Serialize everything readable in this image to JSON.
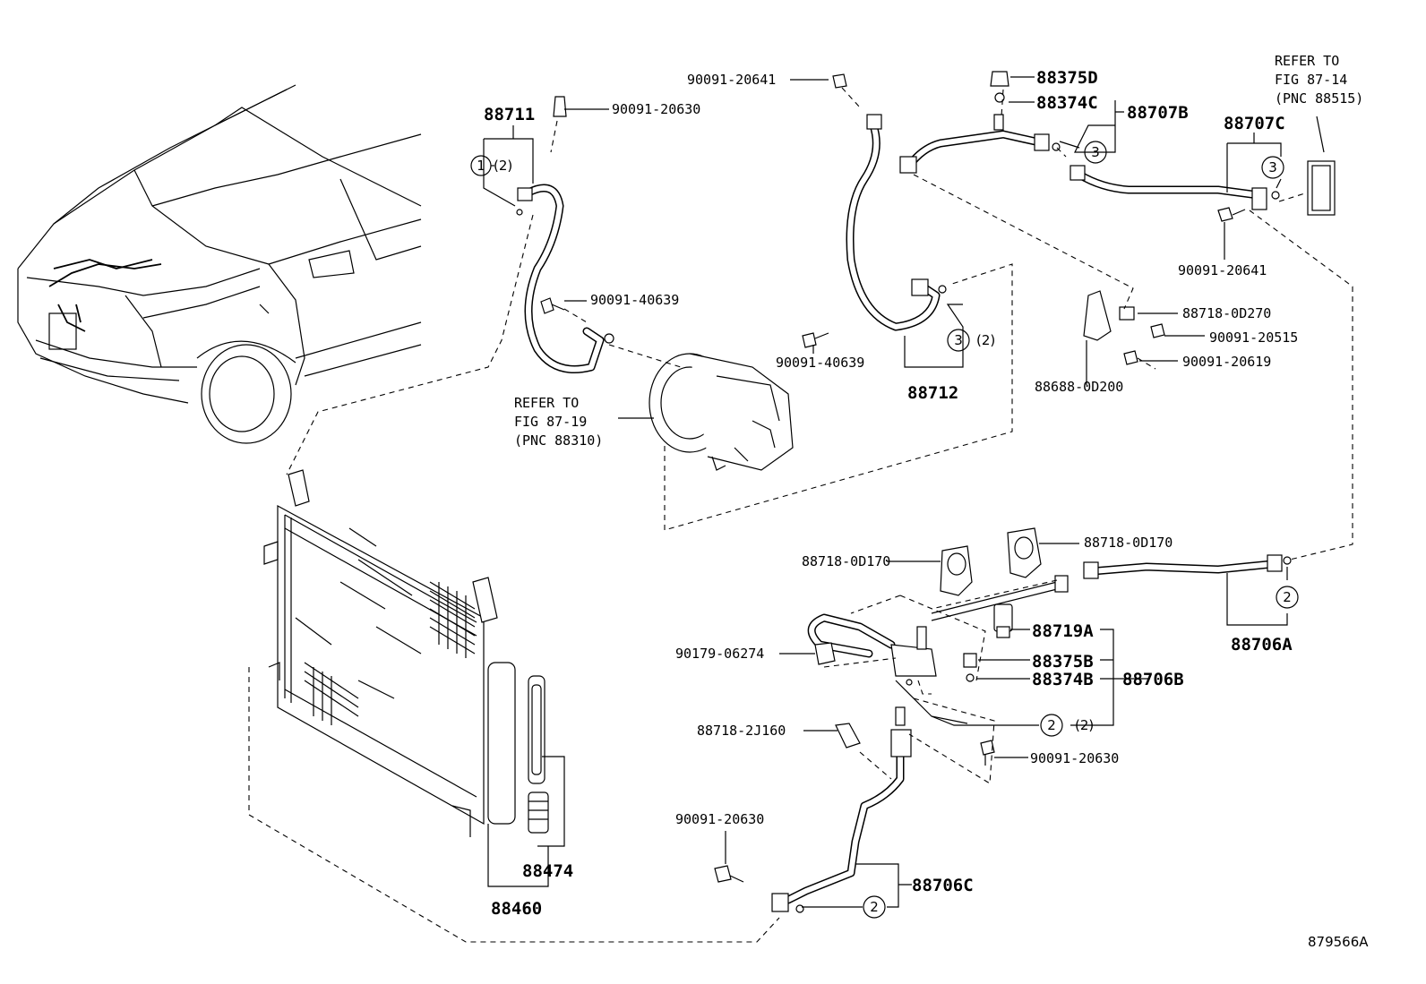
{
  "figure_id": "879566A",
  "references": {
    "expansion_valve": [
      "REFER TO",
      "FIG 87-14",
      "(PNC 88515)"
    ],
    "compressor": [
      "REFER TO",
      "FIG 87-19",
      "(PNC 88310)"
    ]
  },
  "callouts": {
    "one": "1",
    "two": "2",
    "three": "3",
    "qty2": "(2)"
  },
  "labels": {
    "p88711": "88711",
    "b90091_20630_top": "90091-20630",
    "b90091_40639_a": "90091-40639",
    "b90091_20641_top": "90091-20641",
    "p88375D": "88375D",
    "p88374C": "88374C",
    "p88707B": "88707B",
    "p88707C": "88707C",
    "b90091_20641_right": "90091-20641",
    "b90091_40639_b": "90091-40639",
    "p88712": "88712",
    "p88718_0D270": "88718-0D270",
    "b90091_20515": "90091-20515",
    "b90091_20619": "90091-20619",
    "p88688_0D200": "88688-0D200",
    "p88718_0D170_left": "88718-0D170",
    "p88718_0D170_right": "88718-0D170",
    "p88706A": "88706A",
    "p88719A": "88719A",
    "p88375B": "88375B",
    "p88374B": "88374B",
    "p88706B": "88706B",
    "b90179_06274": "90179-06274",
    "p88718_2J160": "88718-2J160",
    "b90091_20630_mid": "90091-20630",
    "b90091_20630_low": "90091-20630",
    "p88706C": "88706C",
    "p88474": "88474",
    "p88460": "88460"
  }
}
